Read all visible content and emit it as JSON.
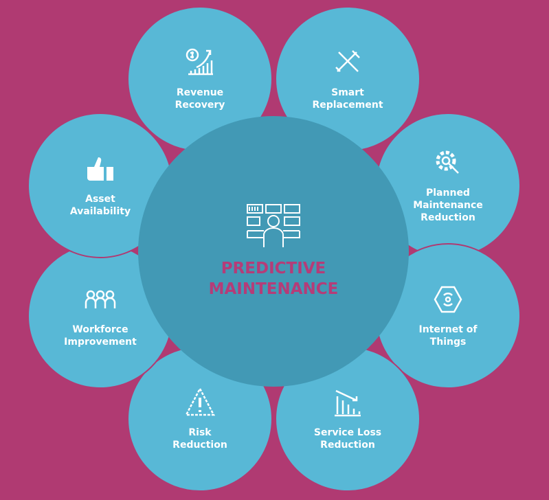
{
  "center": {
    "title": "PREDICTIVE\nMAINTENANCE",
    "icon": "operator-monitors-icon"
  },
  "items": [
    {
      "label": "Revenue\nRecovery",
      "icon": "dollar-growth-icon"
    },
    {
      "label": "Smart\nReplacement",
      "icon": "wrench-hammer-icon"
    },
    {
      "label": "Planned\nMaintenance\nReduction",
      "icon": "gear-wrench-icon"
    },
    {
      "label": "Internet of\nThings",
      "icon": "iot-network-icon"
    },
    {
      "label": "Service Loss\nReduction",
      "icon": "declining-chart-icon"
    },
    {
      "label": "Risk\nReduction",
      "icon": "warning-triangle-icon"
    },
    {
      "label": "Workforce\nImprovement",
      "icon": "workers-icon"
    },
    {
      "label": "Asset\nAvailability",
      "icon": "thumbs-up-icon"
    }
  ],
  "colors": {
    "background": "#b03a72",
    "petal": "#58b8d6",
    "center": "#4299b5",
    "title": "#b53c78"
  }
}
